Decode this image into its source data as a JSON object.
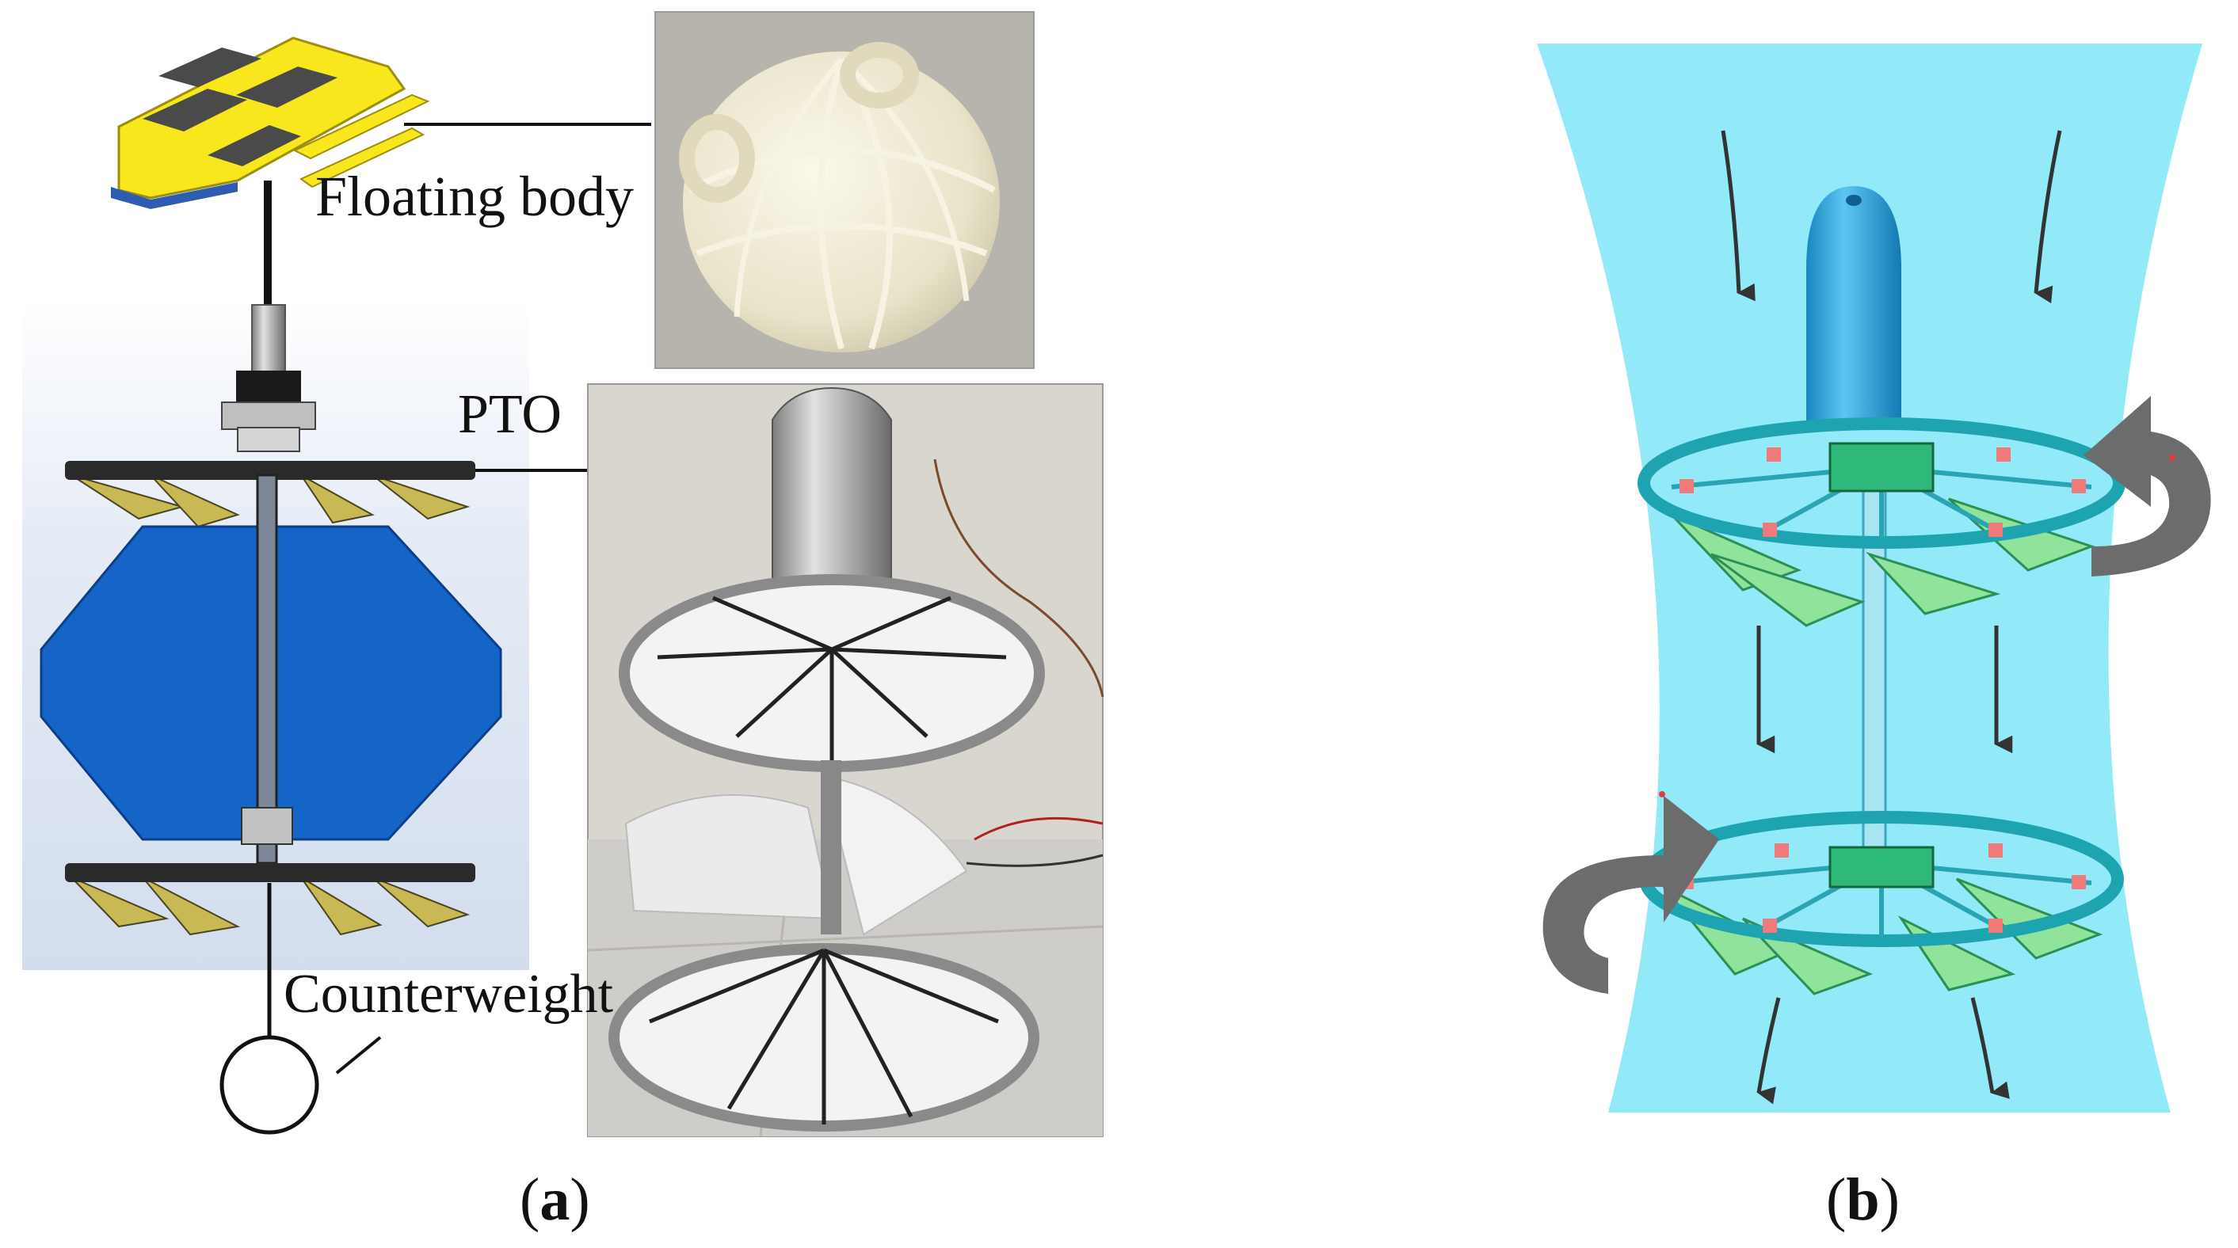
{
  "labels": {
    "floating_body": "Floating body",
    "pto": "PTO",
    "counterweight": "Counterweight"
  },
  "captions": {
    "a": {
      "open": "(",
      "letter": "a",
      "close": ")"
    },
    "b": {
      "open": "(",
      "letter": "b",
      "close": ")"
    }
  },
  "icons": {
    "flow_arrow": "downward-flow-arrow-icon",
    "rotation_arrow": "curved-rotation-arrow-icon"
  },
  "colors": {
    "water": "#7fe6f7",
    "cad_blue": "#1565c8",
    "cad_blade": "#c9b954",
    "float_yellow": "#f8e71c",
    "rotor_ring": "#1ea3b0",
    "rotor_blade": "#8fe39a",
    "nose_cone": "#29a8e0",
    "rotation_arrow": "#6c6c6c"
  }
}
